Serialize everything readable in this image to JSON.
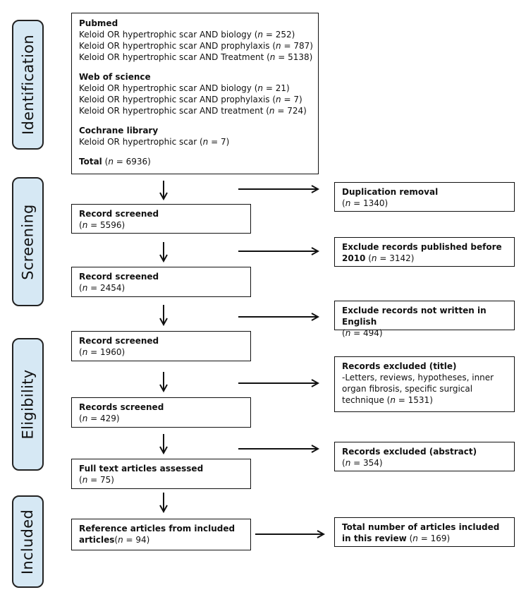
{
  "phases": {
    "identification": "Identification",
    "screening": "Screening",
    "eligibility": "Eligibility",
    "included": "Included"
  },
  "identification_box": {
    "pubmed": {
      "heading": "Pubmed",
      "lines": [
        "Keloid OR hypertrophic scar AND biology (n = 252)",
        "Keloid OR hypertrophic scar AND prophylaxis (n = 787)",
        "Keloid OR hypertrophic scar AND Treatment (n = 5138)"
      ]
    },
    "wos": {
      "heading": "Web of science",
      "lines": [
        "Keloid OR hypertrophic scar AND biology (n = 21)",
        "Keloid OR hypertrophic scar AND prophylaxis (n = 7)",
        "Keloid OR hypertrophic scar AND treatment (n = 724)"
      ]
    },
    "cochrane": {
      "heading": "Cochrane library",
      "lines": [
        "Keloid OR hypertrophic scar (n = 7)"
      ]
    },
    "total_label": "Total",
    "total_count": "(n = 6936)"
  },
  "left_boxes": [
    {
      "title": "Record screened",
      "count": "(n = 5596)"
    },
    {
      "title": "Record screened",
      "count": "(n = 2454)"
    },
    {
      "title": "Record screened",
      "count": "(n = 1960)"
    },
    {
      "title": "Records screened",
      "count": "(n = 429)"
    },
    {
      "title": "Full text articles assessed",
      "count": "(n = 75)"
    },
    {
      "title": "Reference articles from included",
      "title2": "articles",
      "count": "(n = 94)"
    }
  ],
  "right_boxes": [
    {
      "title": "Duplication removal",
      "count": "(n = 1340)"
    },
    {
      "title": "Exclude records published before",
      "title2": "2010",
      "count": "(n = 3142)"
    },
    {
      "title": "Exclude records not written in English",
      "count": "(n = 494)"
    },
    {
      "title": "Records excluded (title)",
      "desc": [
        "-Letters, reviews, hypotheses, inner",
        "organ fibrosis, specific surgical",
        "technique"
      ],
      "count": "(n = 1531)"
    },
    {
      "title": "Records excluded (abstract)",
      "count": "(n = 354)"
    },
    {
      "title": "Total number of articles included",
      "title2": "in this review",
      "count": "(n = 169)"
    }
  ]
}
